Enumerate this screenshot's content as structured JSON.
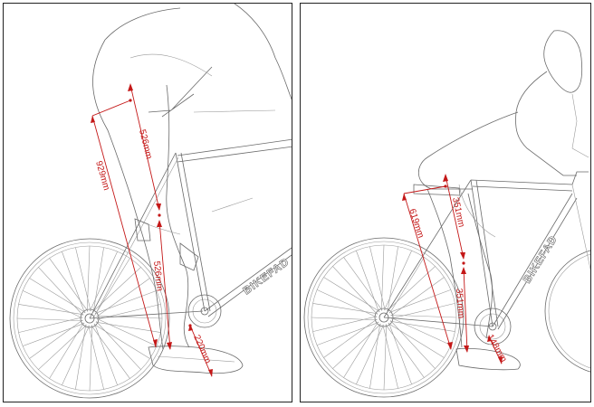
{
  "left": {
    "labels": {
      "thigh": "526mm",
      "leg_total": "929mm",
      "shin": "526mm",
      "foot": "220mm"
    },
    "brand": "BIKEFAD"
  },
  "right": {
    "labels": {
      "thigh": "351mm",
      "leg_total": "619mm",
      "shin": "351mm",
      "foot": "148mm"
    },
    "brand": "BIKEFAD"
  },
  "colors": {
    "measurement": "#c41818",
    "sketch": "#6a6a6a",
    "border": "#222222"
  }
}
